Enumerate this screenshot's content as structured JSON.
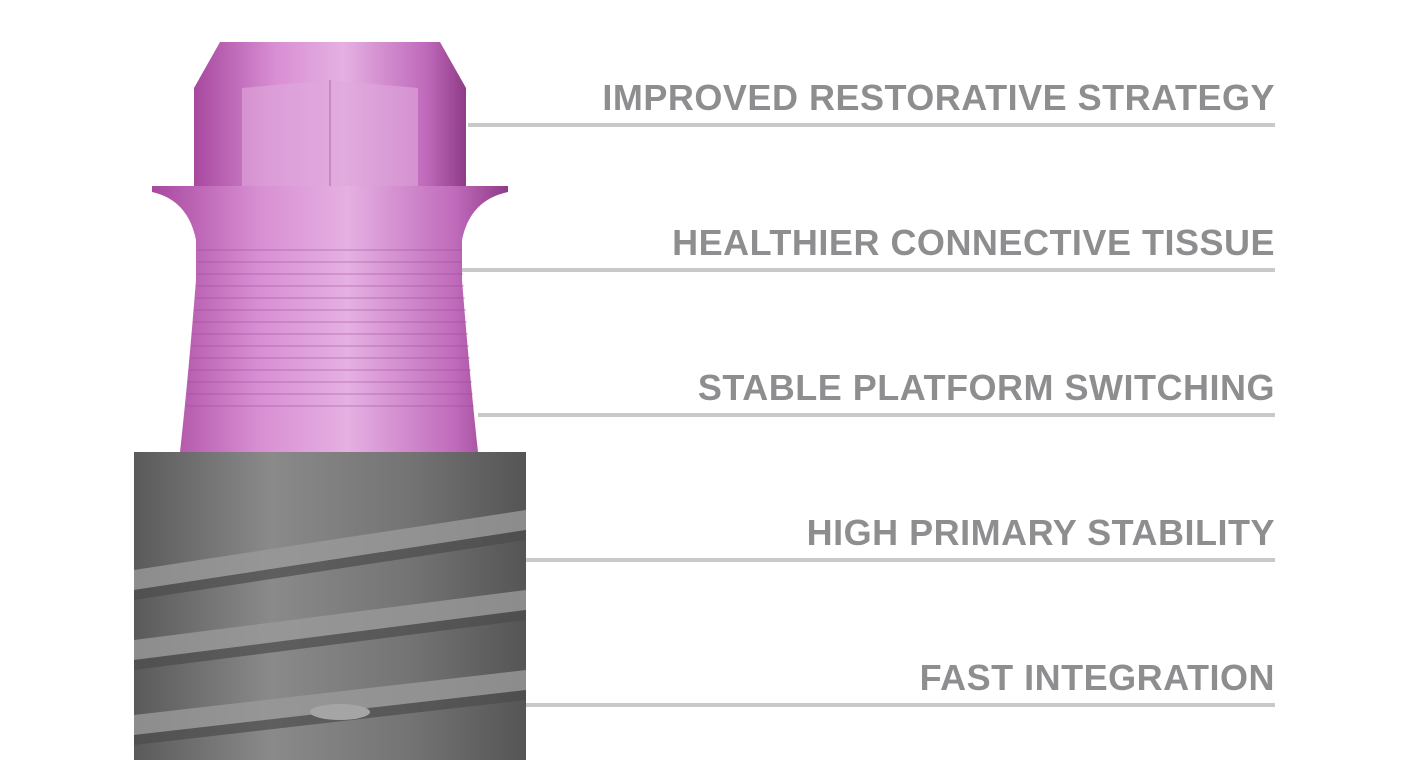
{
  "features": [
    {
      "label": "IMPROVED RESTORATIVE STRATEGY"
    },
    {
      "label": "HEALTHIER CONNECTIVE TISSUE"
    },
    {
      "label": "STABLE PLATFORM SWITCHING"
    },
    {
      "label": "HIGH PRIMARY STABILITY"
    },
    {
      "label": "FAST INTEGRATION"
    }
  ],
  "colors": {
    "text": "#8e8e90",
    "leader_line": "#c9c9c9",
    "abutment": "#c97ac4",
    "implant": "#707070"
  }
}
